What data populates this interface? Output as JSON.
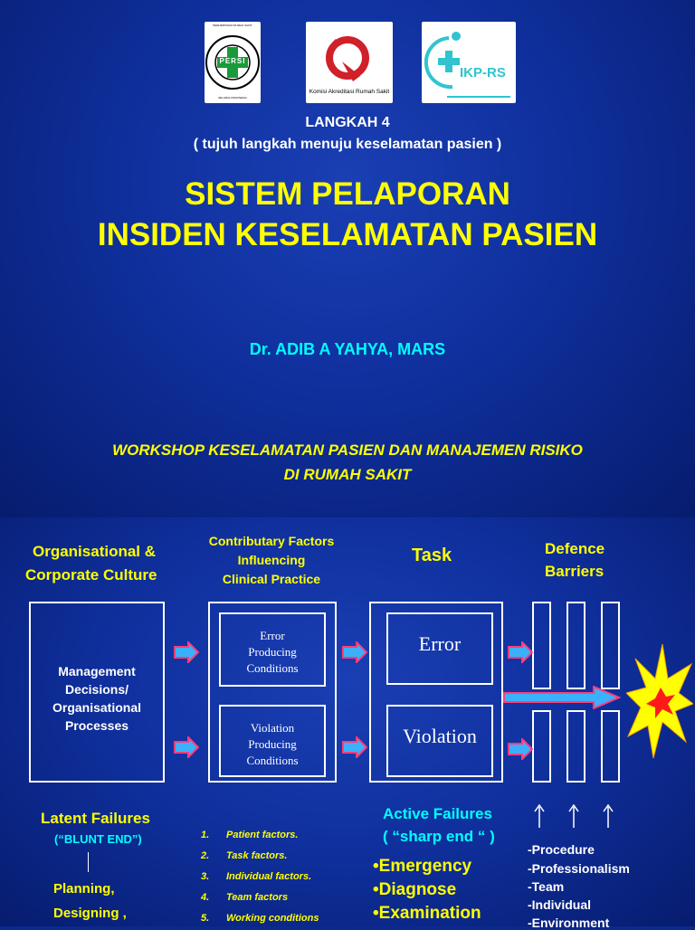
{
  "logos": {
    "persi": {
      "ring_top": "PERHIMPUNAN RUMAH SAKIT",
      "ring_bottom": "SELURUH INDONESIA",
      "center": "PERSI"
    },
    "kars": {
      "caption": "Komisi Akreditasi Rumah Sakit"
    },
    "ikprs": {
      "text": "IKP-RS"
    }
  },
  "slide1": {
    "step": "LANGKAH 4",
    "step_sub": "( tujuh langkah menuju  keselamatan pasien )",
    "title_line1": "SISTEM PELAPORAN",
    "title_line2": "INSIDEN KESELAMATAN PASIEN",
    "author": "Dr. ADIB A YAHYA, MARS",
    "workshop_line1": "WORKSHOP  KESELAMATAN  PASIEN  DAN  MANAJEMEN  RISIKO",
    "workshop_line2": "DI RUMAH SAKIT"
  },
  "slide2": {
    "col1_heading_1": "Organisational &",
    "col1_heading_2": "Corporate Culture",
    "col2_heading_1": "Contributary Factors",
    "col2_heading_2": "Influencing",
    "col2_heading_3": "Clinical Practice",
    "col3_heading": "Task",
    "col4_heading_1": "Defence",
    "col4_heading_2": "Barriers",
    "mgmt_1": "Management",
    "mgmt_2": "Decisions/",
    "mgmt_3": "Organisational",
    "mgmt_4": "Processes",
    "error_cond_1": "Error",
    "error_cond_2": "Producing",
    "error_cond_3": "Conditions",
    "viol_cond_1": "Violation",
    "viol_cond_2": "Producing",
    "viol_cond_3": "Conditions",
    "task_error": "Error",
    "task_violation": "Violation",
    "latent": "Latent Failures",
    "blunt": "(“BLUNT END”)",
    "planning": "Planning,",
    "designing": "Designing ,",
    "active_1": "Active Failures",
    "active_2": "( “sharp end “ )",
    "factors": [
      {
        "num": "1.",
        "text": "Patient factors."
      },
      {
        "num": "2.",
        "text": "Task factors."
      },
      {
        "num": "3.",
        "text": "Individual factors."
      },
      {
        "num": "4.",
        "text": "Team factors"
      },
      {
        "num": "5.",
        "text": "Working conditions"
      }
    ],
    "active_items": [
      "•Emergency",
      "•Diagnose",
      "•Examination"
    ],
    "barriers": [
      "-Procedure",
      "-Professionalism",
      "-Team",
      "-Individual",
      "-Environment"
    ]
  },
  "colors": {
    "background": "#0f2f9c",
    "heading_yellow": "#ffff00",
    "accent_cyan": "#00ffff",
    "arrow_pink": "#ff3d7a"
  }
}
